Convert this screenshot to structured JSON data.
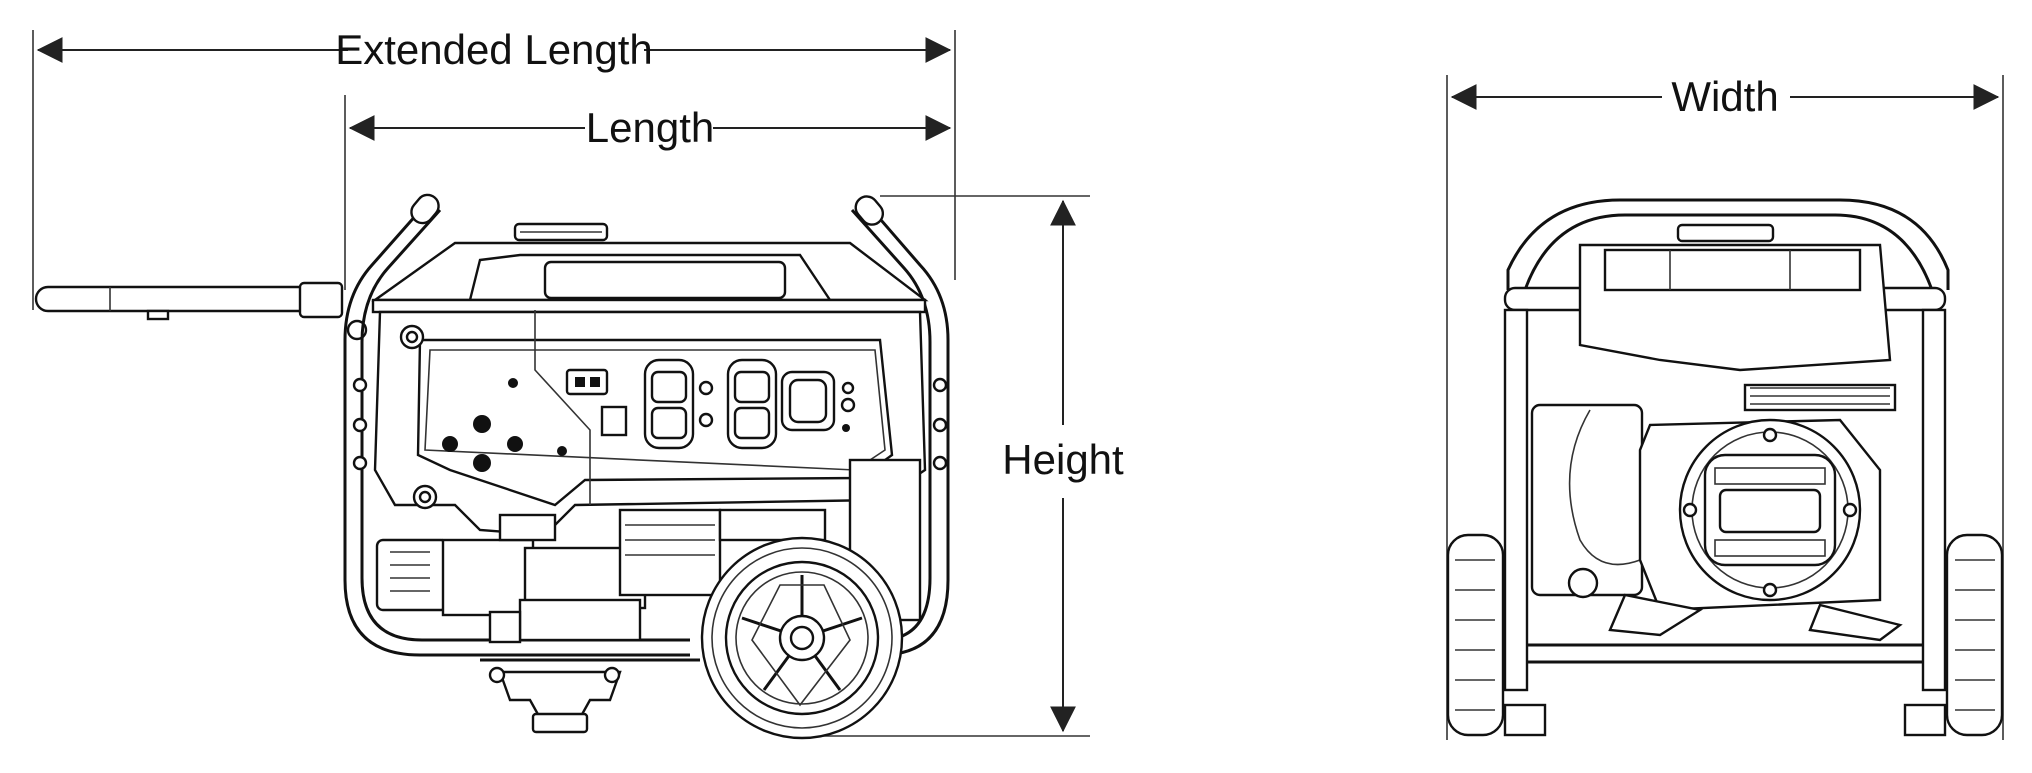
{
  "diagram": {
    "dimensions": {
      "extended_length": "Extended Length",
      "length": "Length",
      "height": "Height",
      "width": "Width"
    },
    "colors": {
      "line": "#111111",
      "background": "#ffffff"
    }
  }
}
